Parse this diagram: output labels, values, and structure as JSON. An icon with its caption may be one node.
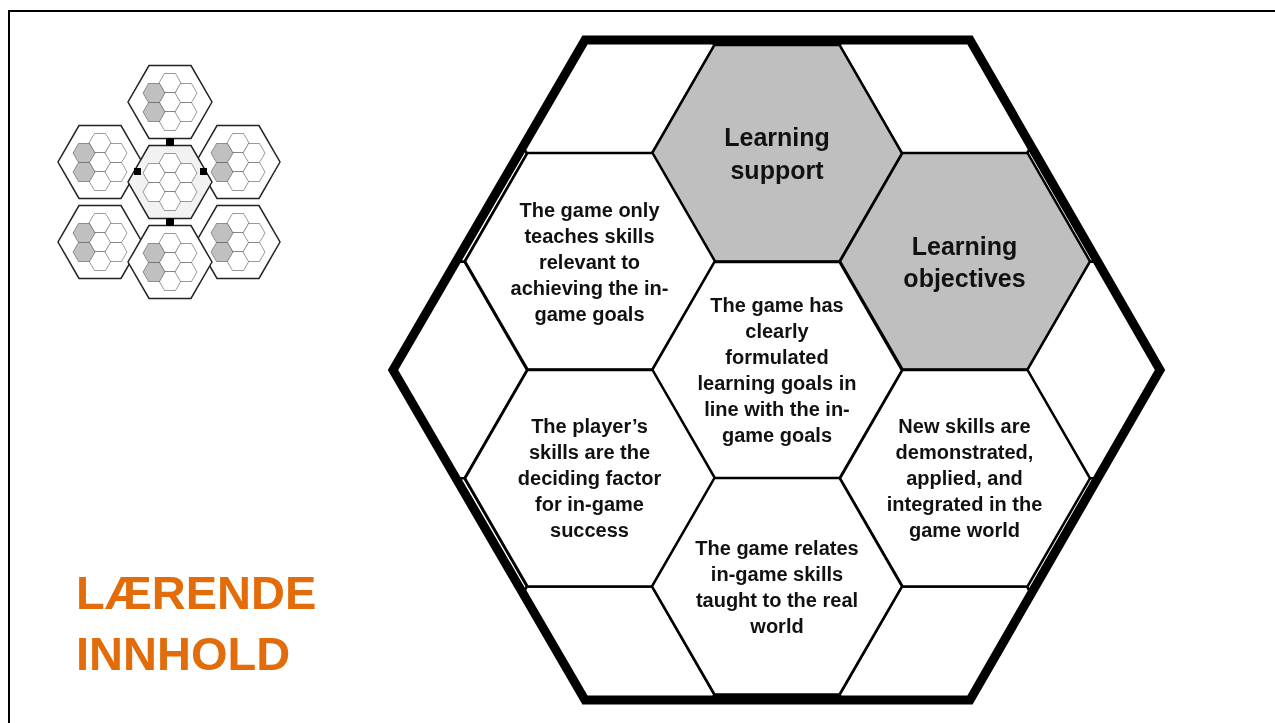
{
  "diagram": {
    "nodes": [
      {
        "text": [],
        "shape": "hexagon"
      },
      {
        "text": [
          "Learning support"
        ],
        "in": 0
      },
      {
        "text": [
          "The game only teaches skills relevant to achieving the in-game goals"
        ],
        "in": 0
      },
      {
        "text": [
          "Learning objectives"
        ],
        "in": 0
      },
      {
        "text": [
          "The game has clearly formulated learning goals in line with the in-game goals"
        ],
        "in": 0
      },
      {
        "text": [
          "The player’s skills are the deciding factor for in-game success"
        ],
        "in": 0
      },
      {
        "text": [
          "New skills are demonstrated, applied, and integrated in the game world"
        ],
        "in": 0
      },
      {
        "text": [
          "The game relates in-game skills taught to the real world"
        ],
        "in": 0
      }
    ],
    "labels": [
      "LÆRENDE INNHOLD"
    ]
  }
}
